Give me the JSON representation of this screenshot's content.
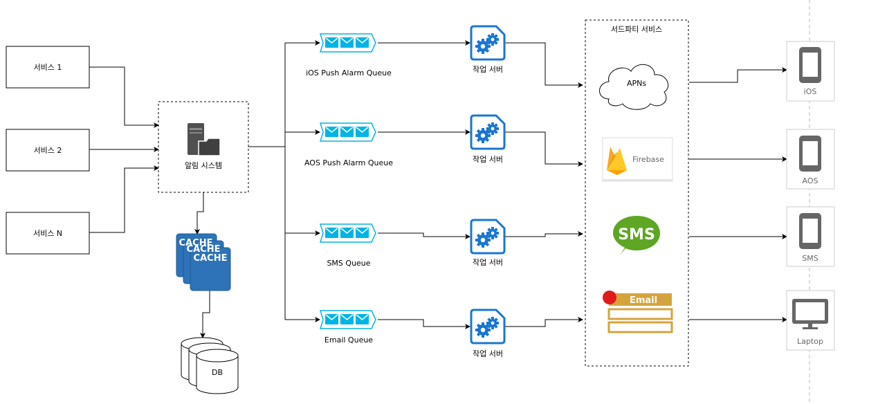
{
  "services": [
    {
      "label": "서비스 1"
    },
    {
      "label": "서비스 2"
    },
    {
      "label": "서비스 N"
    }
  ],
  "notification_system": {
    "label": "알림 시스템"
  },
  "cache": {
    "labels": [
      "CACHE",
      "CACHE",
      "CACHE"
    ]
  },
  "db": {
    "label": "DB"
  },
  "queues": [
    {
      "label": "iOS Push Alarm Queue"
    },
    {
      "label": "AOS Push Alarm Queue"
    },
    {
      "label": "SMS Queue"
    },
    {
      "label": "Email Queue"
    }
  ],
  "workers": [
    {
      "label": "작업 서버"
    },
    {
      "label": "작업 서버"
    },
    {
      "label": "작업 서버"
    },
    {
      "label": "작업 서버"
    }
  ],
  "third_party": {
    "title": "서드파티 서비스",
    "apns": "APNs",
    "firebase": "Firebase",
    "sms": "SMS",
    "email": "Email"
  },
  "devices": [
    {
      "label": "iOS",
      "icon": "phone-icon"
    },
    {
      "label": "AOS",
      "icon": "phone-icon"
    },
    {
      "label": "SMS",
      "icon": "phone-icon"
    },
    {
      "label": "Laptop",
      "icon": "monitor-icon"
    }
  ],
  "colors": {
    "queue": "#00B4E6",
    "worker": "#1976D2",
    "cache": "#2E73B8",
    "sms_bubble": "#5FA624",
    "email_bar": "#D4A43C",
    "email_dot": "#E11B1B",
    "firebase": "#F9A825",
    "device": "#666666"
  }
}
